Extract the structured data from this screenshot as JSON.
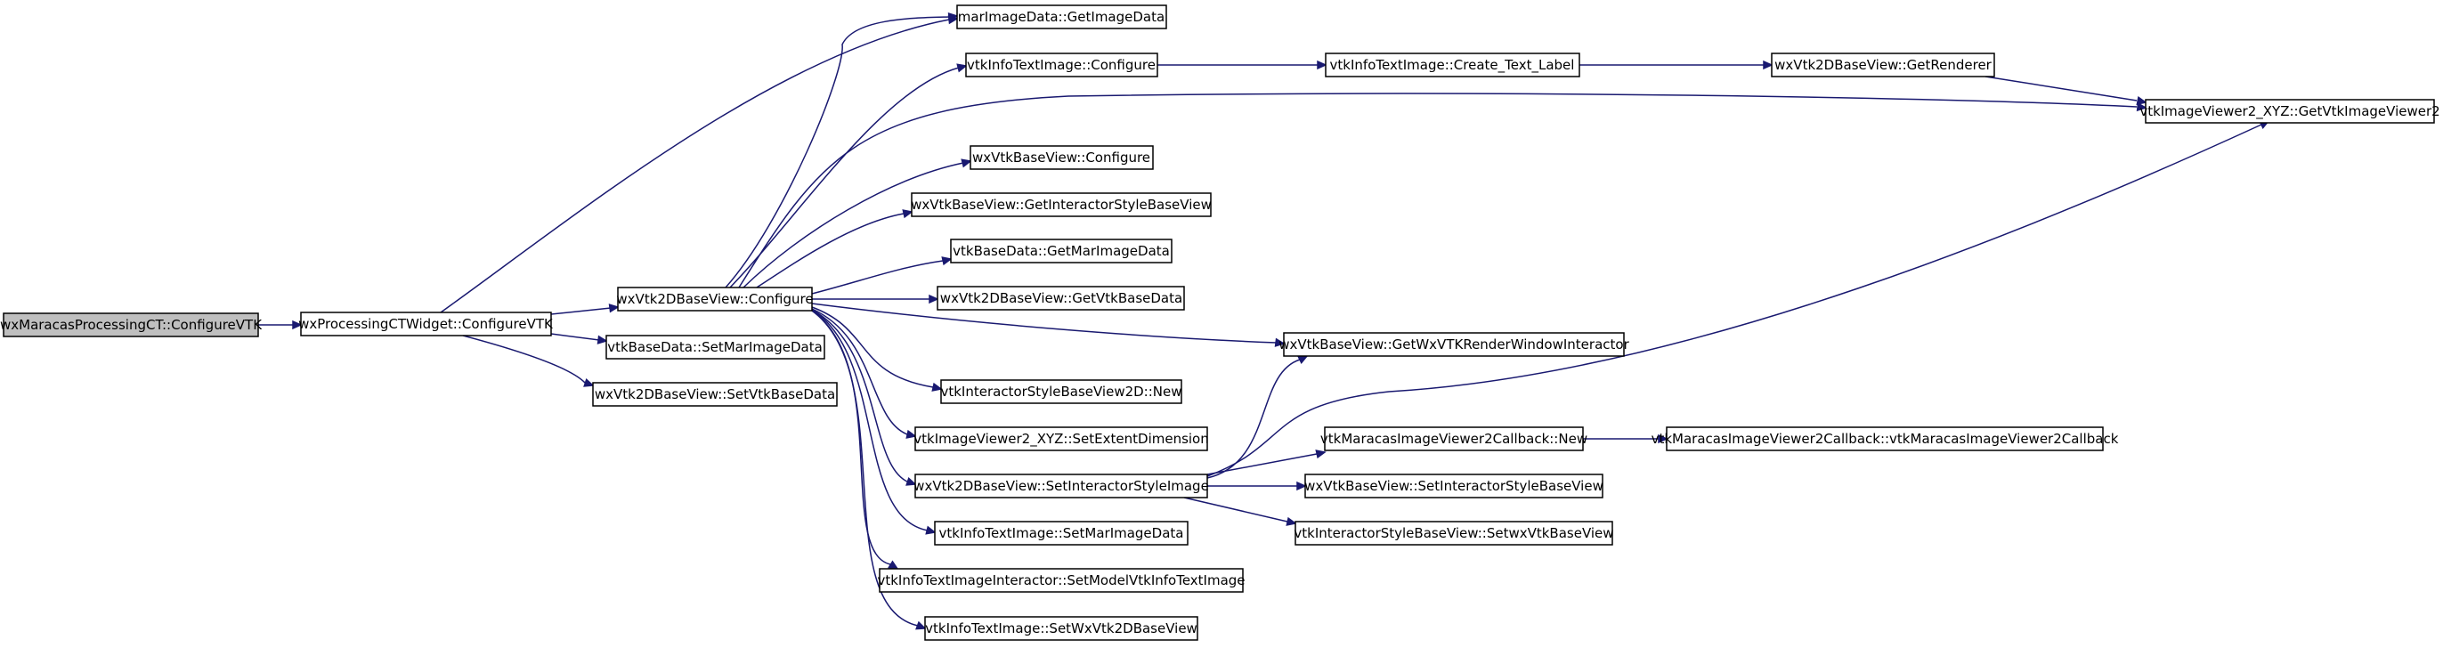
{
  "colors": {
    "node_fill": "#ffffff",
    "root_fill": "#bfbfbf",
    "edge": "#191970",
    "border": "#000000"
  },
  "nodes": {
    "root": "wxMaracasProcessingCT::ConfigureVTK",
    "cfgvtk": "wxProcessingCTWidget::ConfigureVTK",
    "cfg2d": "wxVtk2DBaseView::Configure",
    "setmarimg": "vtkBaseData::SetMarImageData",
    "setvtkbase": "wxVtk2DBaseView::SetVtkBaseData",
    "marimg": "marImageData::GetImageData",
    "infocfg": "vtkInfoTextImage::Configure",
    "createlabel": "vtkInfoTextImage::Create_Text_Label",
    "getrenderer": "wxVtk2DBaseView::GetRenderer",
    "getviewer": "vtkImageViewer2_XYZ::GetVtkImageViewer2",
    "basecfg": "wxVtkBaseView::Configure",
    "getinter": "wxVtkBaseView::GetInteractorStyleBaseView",
    "getmarimg": "vtkBaseData::GetMarImageData",
    "getvtkbase": "wxVtk2DBaseView::GetVtkBaseData",
    "getwxrwi": "wxVtkBaseView::GetWxVTKRenderWindowInteractor",
    "isnew": "vtkInteractorStyleBaseView2D::New",
    "setextent": "vtkImageViewer2_XYZ::SetExtentDimension",
    "setinterimg": "wxVtk2DBaseView::SetInteractorStyleImage",
    "cbnew": "vtkMaracasImageViewer2Callback::New",
    "cbctor": "vtkMaracasImageViewer2Callback::vtkMaracasImageViewer2Callback",
    "setisbv": "wxVtkBaseView::SetInteractorStyleBaseView",
    "setwxvtk": "vtkInteractorStyleBaseView::SetwxVtkBaseView",
    "infosetmar": "vtkInfoTextImage::SetMarImageData",
    "setmodel": "vtkInfoTextImageInteractor::SetModelVtkInfoTextImage",
    "setwx2d": "vtkInfoTextImage::SetWxVtk2DBaseView"
  }
}
